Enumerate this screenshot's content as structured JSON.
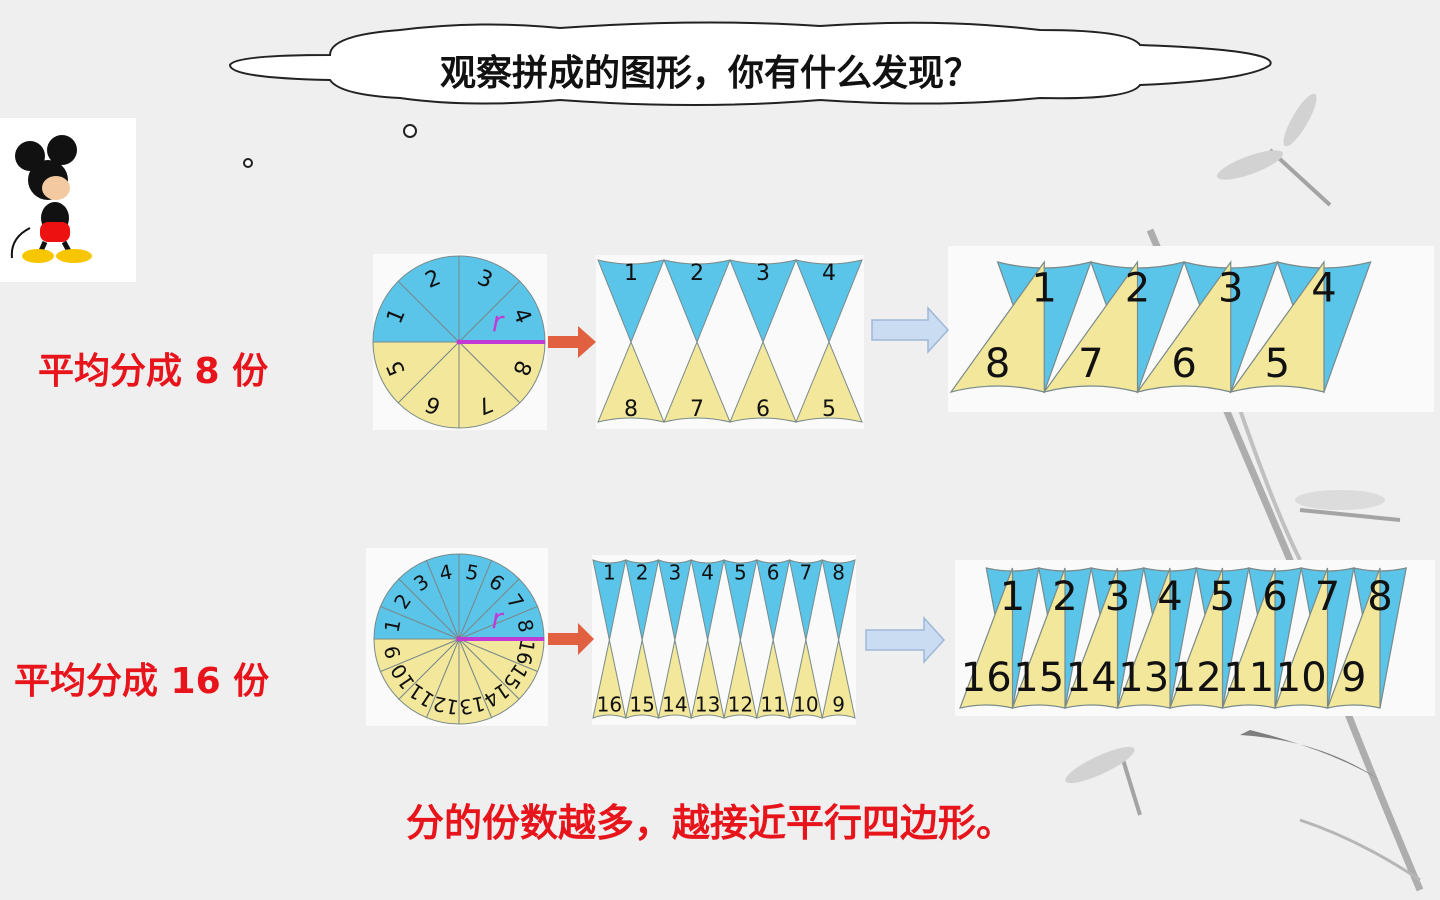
{
  "title": "观察拼成的图形，你有什么发现？",
  "row8": {
    "label": "平均分成 8 份",
    "radius_label": "r",
    "circle_numbers": [
      "1",
      "2",
      "3",
      "4",
      "5",
      "6",
      "7",
      "8"
    ],
    "top_pieces": [
      "1",
      "2",
      "3",
      "4"
    ],
    "bottom_pieces": [
      "8",
      "7",
      "6",
      "5"
    ]
  },
  "row16": {
    "label": "平均分成 16 份",
    "radius_label": "r",
    "circle_numbers": [
      "1",
      "2",
      "3",
      "4",
      "5",
      "6",
      "7",
      "8",
      "9",
      "10",
      "11",
      "12",
      "13",
      "14",
      "15",
      "16"
    ],
    "top_pieces": [
      "1",
      "2",
      "3",
      "4",
      "5",
      "6",
      "7",
      "8"
    ],
    "bottom_pieces": [
      "16",
      "15",
      "14",
      "13",
      "12",
      "11",
      "10",
      "9"
    ]
  },
  "conclusion": "分的份数越多，越接近平行四边形。",
  "colors": {
    "blue": "#5bc4e9",
    "yellow": "#f2e79a",
    "radius": "#c13ad6",
    "arrow_red": "#e06040",
    "arrow_light": "#c9dcf2",
    "label_red": "#e8141b"
  },
  "icons": {
    "character": "mickey-mouse-icon",
    "decoration": "dragonfly-bamboo-ink-painting"
  }
}
